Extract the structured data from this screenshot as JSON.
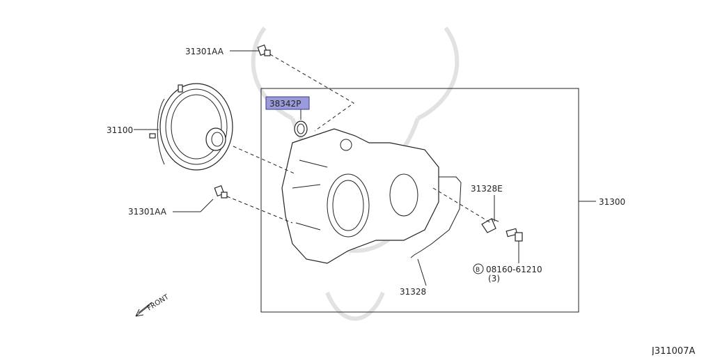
{
  "parts": {
    "bolt_top": "31301AA",
    "highlight": "38342P",
    "converter": "31100",
    "bolt_lower": "31301AA",
    "bracket": "31328E",
    "housing": "31300",
    "screw_circle": "B",
    "screw": "08160-61210",
    "screw_qty": "(3)",
    "tube": "31328"
  },
  "front_label": "FRONT",
  "diagram_code": "J311007A",
  "colors": {
    "highlight_fill": "#9b9bdc",
    "highlight_border": "#3a3a8c",
    "line": "#222222"
  }
}
